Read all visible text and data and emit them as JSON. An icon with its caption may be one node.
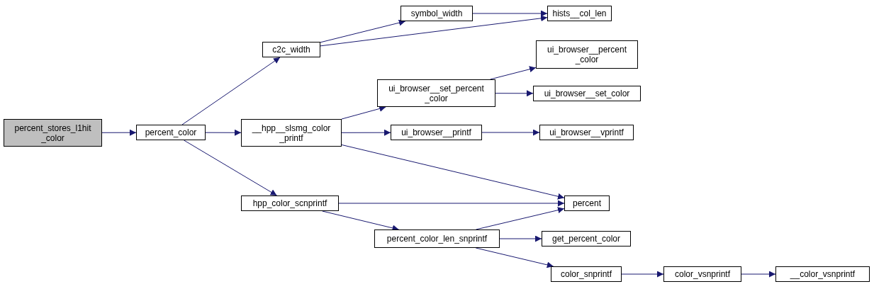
{
  "diagram": {
    "nodes": [
      {
        "text": [
          "percent_stores_l1hit _color"
        ]
      },
      {
        "text": [
          "percent_color"
        ]
      },
      {
        "text": [
          "c2c_width"
        ]
      },
      {
        "text": [
          "__hpp__slsmg_color _printf"
        ]
      },
      {
        "text": [
          "hpp_color_scnprintf"
        ]
      },
      {
        "text": [
          "symbol_width"
        ]
      },
      {
        "text": [
          "hists__col_len"
        ]
      },
      {
        "text": [
          "ui_browser__set_percent _color"
        ]
      },
      {
        "text": [
          "ui_browser__percent _color"
        ]
      },
      {
        "text": [
          "ui_browser__set_color"
        ]
      },
      {
        "text": [
          "ui_browser__printf"
        ]
      },
      {
        "text": [
          "ui_browser__vprintf"
        ]
      },
      {
        "text": [
          "percent"
        ]
      },
      {
        "text": [
          "percent_color_len_snprintf"
        ]
      },
      {
        "text": [
          "get_percent_color"
        ]
      },
      {
        "text": [
          "color_snprintf"
        ]
      },
      {
        "text": [
          "color_vsnprintf"
        ]
      },
      {
        "text": [
          "__color_vsnprintf"
        ]
      }
    ],
    "edges": [
      {
        "from": 0,
        "to": 1,
        "arrow": "to"
      },
      {
        "from": 1,
        "to": 2,
        "arrow": "to"
      },
      {
        "from": 1,
        "to": 3,
        "arrow": "to"
      },
      {
        "from": 1,
        "to": 4,
        "arrow": "to"
      },
      {
        "from": 2,
        "to": 5,
        "arrow": "to"
      },
      {
        "from": 2,
        "to": 6,
        "arrow": "to"
      },
      {
        "from": 5,
        "to": 6,
        "arrow": "to"
      },
      {
        "from": 3,
        "to": 7,
        "arrow": "to"
      },
      {
        "from": 3,
        "to": 10,
        "arrow": "to"
      },
      {
        "from": 3,
        "to": 12,
        "arrow": "to"
      },
      {
        "from": 7,
        "to": 8,
        "arrow": "to"
      },
      {
        "from": 7,
        "to": 9,
        "arrow": "to"
      },
      {
        "from": 10,
        "to": 11,
        "arrow": "to"
      },
      {
        "from": 4,
        "to": 12,
        "arrow": "to"
      },
      {
        "from": 4,
        "to": 13,
        "arrow": "to"
      },
      {
        "from": 13,
        "to": 12,
        "arrow": "to"
      },
      {
        "from": 13,
        "to": 14,
        "arrow": "to"
      },
      {
        "from": 13,
        "to": 15,
        "arrow": "to"
      },
      {
        "from": 15,
        "to": 16,
        "arrow": "to"
      },
      {
        "from": 16,
        "to": 17,
        "arrow": "to"
      }
    ]
  }
}
